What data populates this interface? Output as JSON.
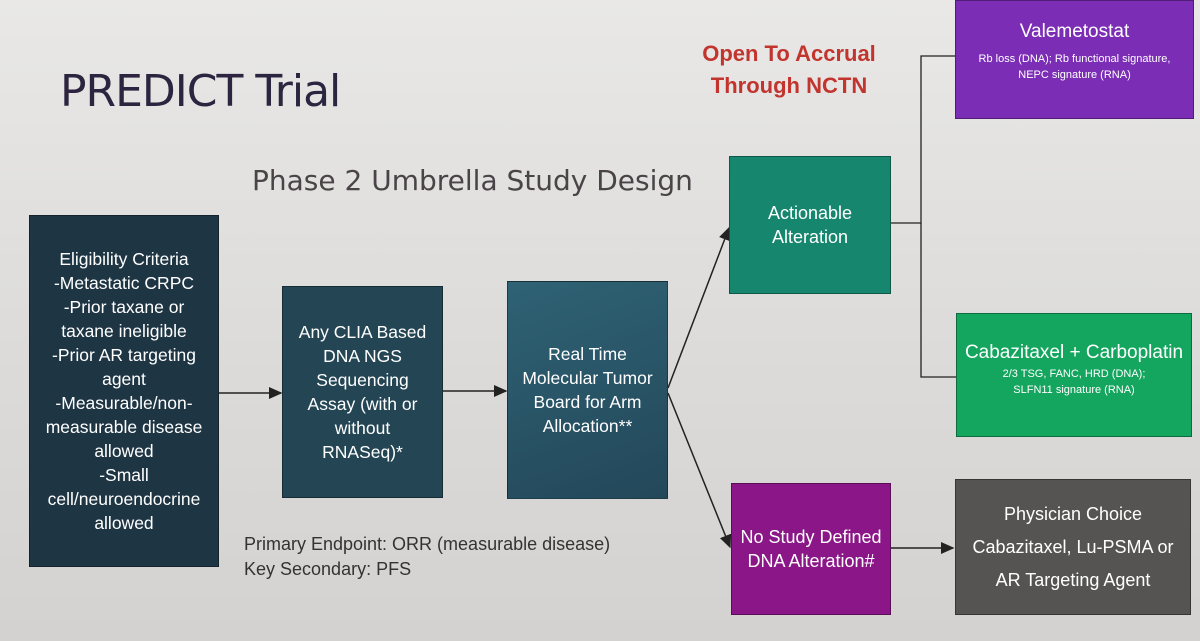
{
  "slide": {
    "title": "PREDICT Trial",
    "subtitle": "Phase 2 Umbrella Study Design",
    "accrual": [
      "Open To Accrual",
      "Through NCTN"
    ]
  },
  "boxes": {
    "eligibility": {
      "lines": [
        "Eligibility Criteria",
        "-Metastatic CRPC",
        "-Prior taxane or taxane ineligible",
        "-Prior AR targeting agent",
        "-Measurable/non-measurable disease allowed",
        "-Small cell/neuroendocrine allowed"
      ],
      "color": "#1e3544"
    },
    "clia": {
      "text": "Any CLIA Based DNA NGS Sequencing Assay (with or without RNASeq)*",
      "color": "#244654"
    },
    "tumor_board": {
      "text": "Real Time Molecular Tumor Board for Arm Allocation**",
      "color": "#2e6274"
    },
    "actionable": {
      "text": "Actionable Alteration",
      "color": "#17866e"
    },
    "no_study": {
      "text": "No Study Defined DNA Alteration#",
      "color": "#8a1687"
    },
    "valemetostat": {
      "name": "Valemetostat",
      "detail": "Rb loss (DNA); Rb functional signature, NEPC signature (RNA)",
      "color": "#7b2db5"
    },
    "cabazitaxel_carboplatin": {
      "name": "Cabazitaxel + Carboplatin",
      "detail": "2/3 TSG, FANC, HRD (DNA); SLFN11 signature (RNA)",
      "color": "#14a55e"
    },
    "physician_choice": {
      "lines": [
        "Physician Choice",
        "Cabazitaxel, Lu-PSMA or",
        "AR Targeting Agent"
      ],
      "color": "#555453"
    }
  },
  "endpoints": {
    "primary": "Primary Endpoint: ORR (measurable disease)",
    "secondary": "Key Secondary: PFS"
  }
}
